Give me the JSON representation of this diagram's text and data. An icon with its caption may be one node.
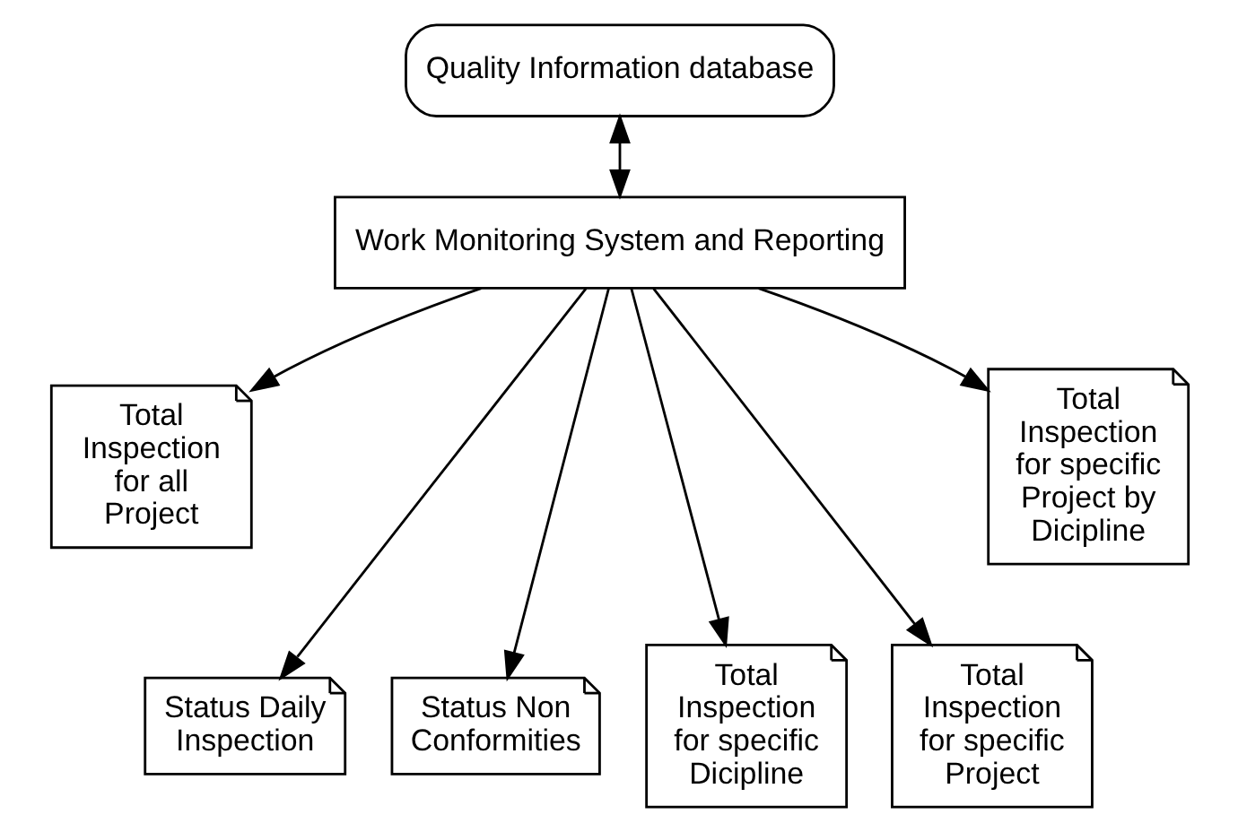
{
  "diagram": {
    "nodes": [
      {
        "text": [
          "Quality Information database"
        ]
      },
      {
        "text": [
          "Work Monitoring System and Reporting"
        ]
      },
      {
        "text": [
          "Total Inspection for all Project"
        ]
      },
      {
        "text": [
          "Status Daily Inspection"
        ]
      },
      {
        "text": [
          "Status Non Conformities"
        ]
      },
      {
        "text": [
          "Total Inspection for specific Dicipline"
        ]
      },
      {
        "text": [
          "Total Inspection for specific Project"
        ]
      },
      {
        "text": [
          "Total Inspection for specific Project by Dicipline"
        ]
      }
    ],
    "edges": [
      {
        "from": 0,
        "to": 1,
        "arrow": "both"
      },
      {
        "from": 1,
        "to": 2,
        "arrow": "to"
      },
      {
        "from": 1,
        "to": 3,
        "arrow": "to"
      },
      {
        "from": 1,
        "to": 4,
        "arrow": "to"
      },
      {
        "from": 1,
        "to": 5,
        "arrow": "to"
      },
      {
        "from": 1,
        "to": 6,
        "arrow": "to"
      },
      {
        "from": 1,
        "to": 7,
        "arrow": "to"
      }
    ]
  }
}
